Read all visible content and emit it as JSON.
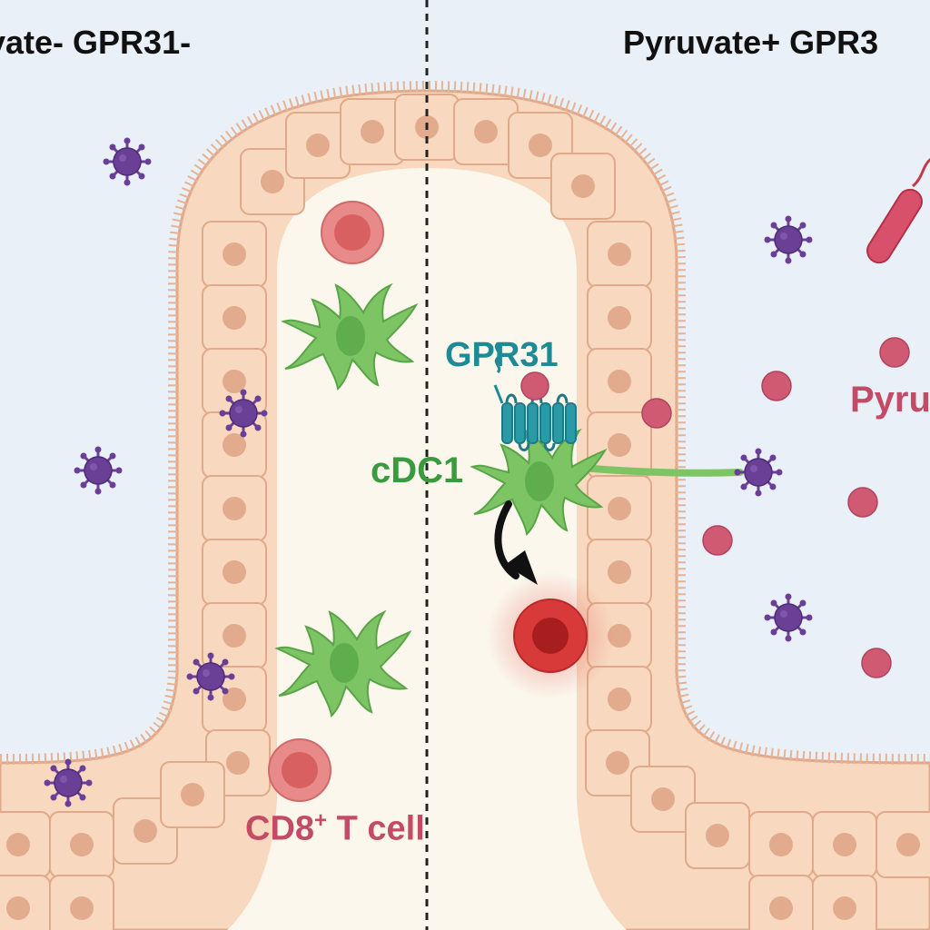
{
  "labels": {
    "left_title": "vate- GPR31-",
    "right_title": "Pyruvate+ GPR3",
    "gpr31": "GPR31",
    "cdc1": "cDC1",
    "pyruvate": "Pyru",
    "cd8_prefix": "CD8",
    "cd8_superscript": "+",
    "cd8_suffix": " T cell"
  },
  "colors": {
    "lumen_background": "#eaf0f8",
    "lamina_propria": "#fbf7ec",
    "epithelial_cell": "#f8d8bf",
    "epithelial_outline": "#e0a98a",
    "epithelial_nucleus": "#e3ab8e",
    "virus": "#6a3f96",
    "pyruvate": "#d05a72",
    "dendritic_cell": "#7cc464",
    "t_cell": "#e88a8a",
    "activated_t_cell": "#d83a3a",
    "receptor": "#1e8a96",
    "divider": "#222222"
  },
  "icons": {
    "virus": "virus-icon",
    "bacterium": "bacterium-icon",
    "pyruvate": "pyruvate-molecule-icon",
    "dendritic_cell": "dendritic-cell-icon",
    "t_cell": "t-cell-icon",
    "receptor": "gpr31-receptor-icon",
    "activation_arrow": "activation-arrow-icon"
  }
}
